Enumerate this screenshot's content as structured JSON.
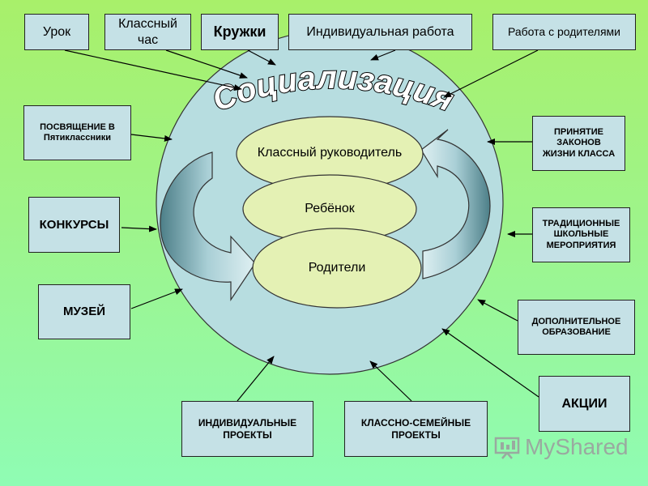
{
  "center": {
    "title": "Социализация",
    "teacher": "Классный руководитель",
    "child": "Ребёнок",
    "parents": "Родители"
  },
  "top": {
    "urok": "Урок",
    "class_hour_line1": "Классный",
    "class_hour_line2": "час",
    "circles": "Кружки",
    "individual_work": "Индивидуальная работа",
    "parents_work": "Работа с родителями"
  },
  "left": {
    "initiation_line1": "ПОСВЯЩЕНИЕ В",
    "initiation_line2": "Пятиклассники",
    "contests": "КОНКУРСЫ",
    "museum": "МУЗЕЙ"
  },
  "right": {
    "laws_line1": "ПРИНЯТИЕ",
    "laws_line2": "ЗАКОНОВ",
    "laws_line3": "ЖИЗНИ КЛАССА",
    "events_line1": "ТРАДИЦИОННЫЕ",
    "events_line2": "ШКОЛЬНЫЕ",
    "events_line3": "МЕРОПРИЯТИЯ",
    "extra_line1": "ДОПОЛНИТЕЛЬНОЕ",
    "extra_line2": "ОБРАЗОВАНИЕ",
    "actions": "АКЦИИ"
  },
  "bottom": {
    "ind_projects_line1": "ИНДИВИДУАЛЬНЫЕ",
    "ind_projects_line2": "ПРОЕКТЫ",
    "family_projects_line1": "КЛАССНО-СЕМЕЙНЫЕ",
    "family_projects_line2": "ПРОЕКТЫ"
  },
  "watermark": {
    "text": "MyShared"
  },
  "colors": {
    "background_top": "#a8f06a",
    "background_bottom": "#8ffcb4",
    "box_fill": "#c5e1e6",
    "main_circle": "#b7dde0",
    "inner_ellipse": "#e4f1b4"
  }
}
